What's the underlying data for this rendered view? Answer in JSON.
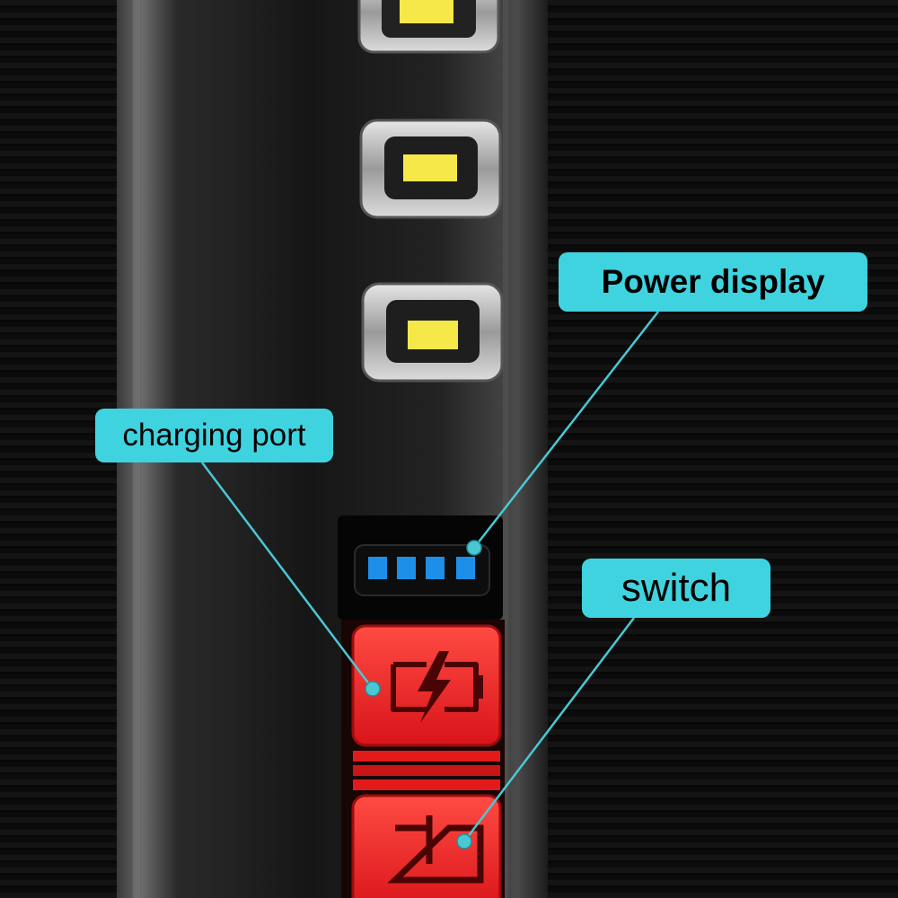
{
  "callouts": {
    "power_display": "Power display",
    "charging_port": "charging port",
    "switch": "switch"
  },
  "battery_indicator": {
    "lit_bars": 4,
    "total_bars": 4,
    "color": "#1e8fe8"
  },
  "colors": {
    "callout_fill": "#3fd3e0",
    "leader_line": "#49c8d4",
    "button_red": "#e81e1e",
    "led_yellow": "#f7e84a"
  },
  "icons": {
    "charging_button": "charging-battery-icon",
    "switch_button": "power-switch-icon"
  }
}
